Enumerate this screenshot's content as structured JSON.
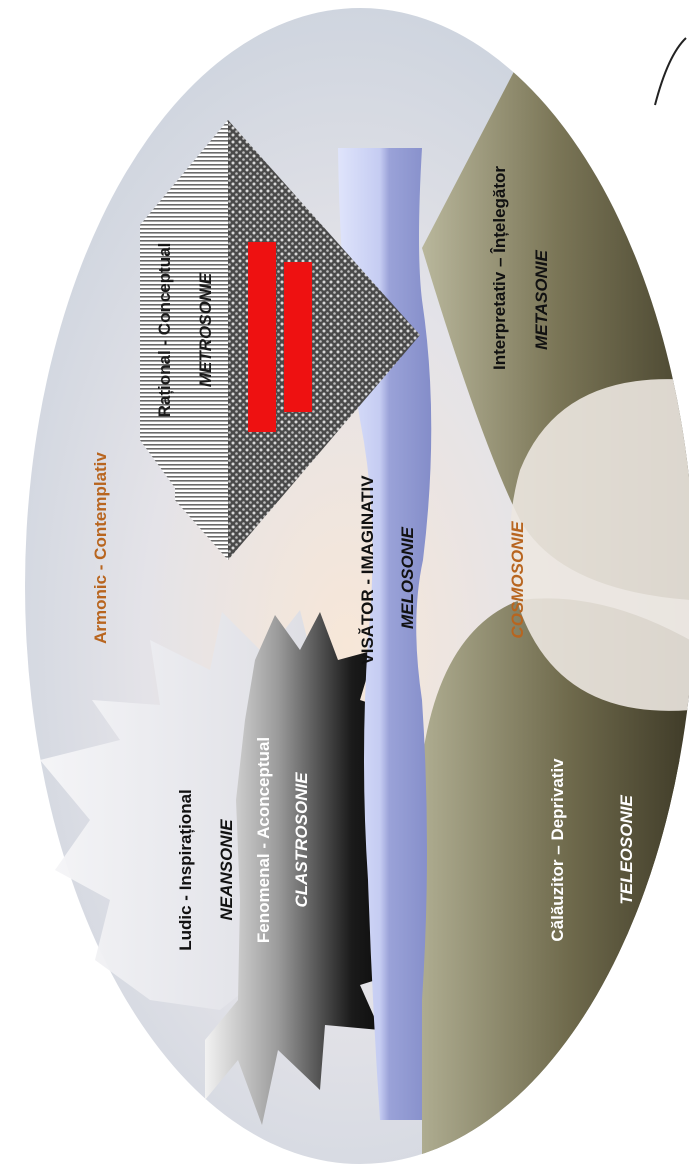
{
  "labels": {
    "armonic": "Armonic - Contemplativ",
    "rational": "Rațional - Conceptual",
    "metrosonie": "METROSONIE",
    "red_block_1": "",
    "red_block_2": "",
    "visator": "VISĂTOR - IMAGINATIV",
    "melosonie": "MELOSONIE",
    "interpretativ": "Interpretativ – Înțelegător",
    "metasonie": "METASONIE",
    "cosmosonie": "COSMOSONIE",
    "ludic": "Ludic - Inspirațional",
    "neansonie": "NEANSONIE",
    "fenomenal": "Fenomenal - Aconceptual",
    "clastrosonie": "CLASTROSONIE",
    "calauzitor": "Călăuzitor – Deprivativ",
    "teleosonie": "TELEOSONIE"
  },
  "colors": {
    "background_ellipse": "#dfe3ea",
    "center_glow": "#f6e6d8",
    "band_light": "#d6dcf6",
    "band_dark": "#8e97cf",
    "olive_light": "#a9a78b",
    "olive_dark": "#4a4630",
    "armonic_text": "#b8651f",
    "cosmosonie_text": "#b8651f",
    "red_box": "#ee1111"
  }
}
